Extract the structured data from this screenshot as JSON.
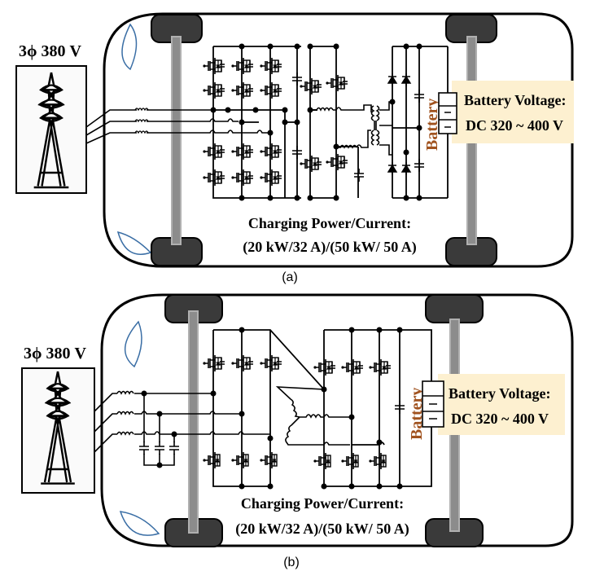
{
  "figure": {
    "panels": [
      {
        "id": "a",
        "caption": "(a)",
        "grid_label": "3ϕ 380 V",
        "battery_label": "Battery",
        "battery_voltage_line1": "Battery Voltage:",
        "battery_voltage_line2": "DC 320 ~ 400 V",
        "charging_line1": "Charging Power/Current:",
        "charging_line2": "(20 kW/32 A)/(50 kW/ 50 A)",
        "topology": "Three-phase Vienna-type PFC rectifier + dual active bridge DC/DC converter with transformer and diode bridge"
      },
      {
        "id": "b",
        "caption": "(b)",
        "grid_label": "3ϕ 380 V",
        "battery_label": "Battery",
        "battery_voltage_line1": "Battery Voltage:",
        "battery_voltage_line2": "DC 320 ~ 400 V",
        "charging_line1": "Charging Power/Current:",
        "charging_line2": "(20 kW/32 A)/(50 kW/ 50 A)",
        "topology": "Integrated charger using motor windings and traction inverter bridges"
      }
    ],
    "colors": {
      "line": "#000000",
      "wheel": "#3a3a3a",
      "axle": "#8c8c8c",
      "axle_border": "#b0b0b0",
      "headlight": "#3a6ea5",
      "battery_text": "#a0521e",
      "voltage_box": "#fdf0d0",
      "node": "#000000"
    },
    "icons": [
      "transmission-tower-icon",
      "battery-icon",
      "inductor-icon",
      "mosfet-icon",
      "diode-icon",
      "capacitor-icon",
      "transformer-icon",
      "motor-winding-icon"
    ]
  }
}
